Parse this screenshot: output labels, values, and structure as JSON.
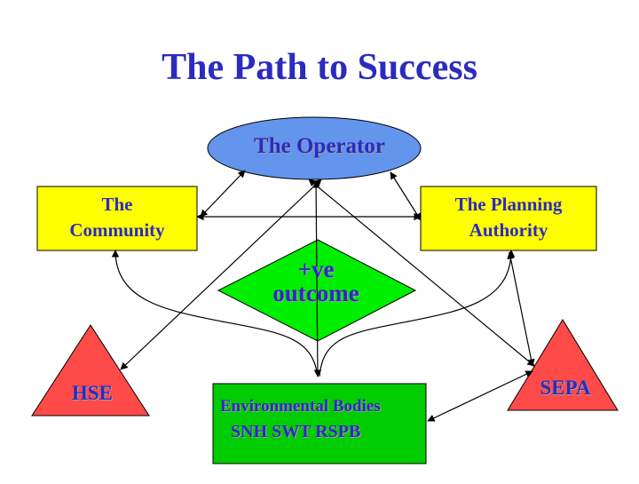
{
  "title": "The Path to Success",
  "nodes": {
    "operator": {
      "label": "The Operator",
      "color": "#6495ed"
    },
    "community": {
      "line1": "The",
      "line2": "Community",
      "color": "#ffff00"
    },
    "planning": {
      "line1": "The Planning",
      "line2": "Authority",
      "color": "#ffff00"
    },
    "outcome": {
      "line1": "+ve",
      "line2": "outcome",
      "color": "#00ee00"
    },
    "hse": {
      "label": "HSE",
      "color": "#ff4a4a"
    },
    "sepa": {
      "label": "SEPA",
      "color": "#ff4a4a"
    },
    "environmental": {
      "line1": "Environmental Bodies",
      "line2": "SNH SWT RSPB",
      "color": "#00cc00"
    }
  },
  "colors": {
    "text": "#2b2bc0",
    "arrow": "#000000"
  }
}
